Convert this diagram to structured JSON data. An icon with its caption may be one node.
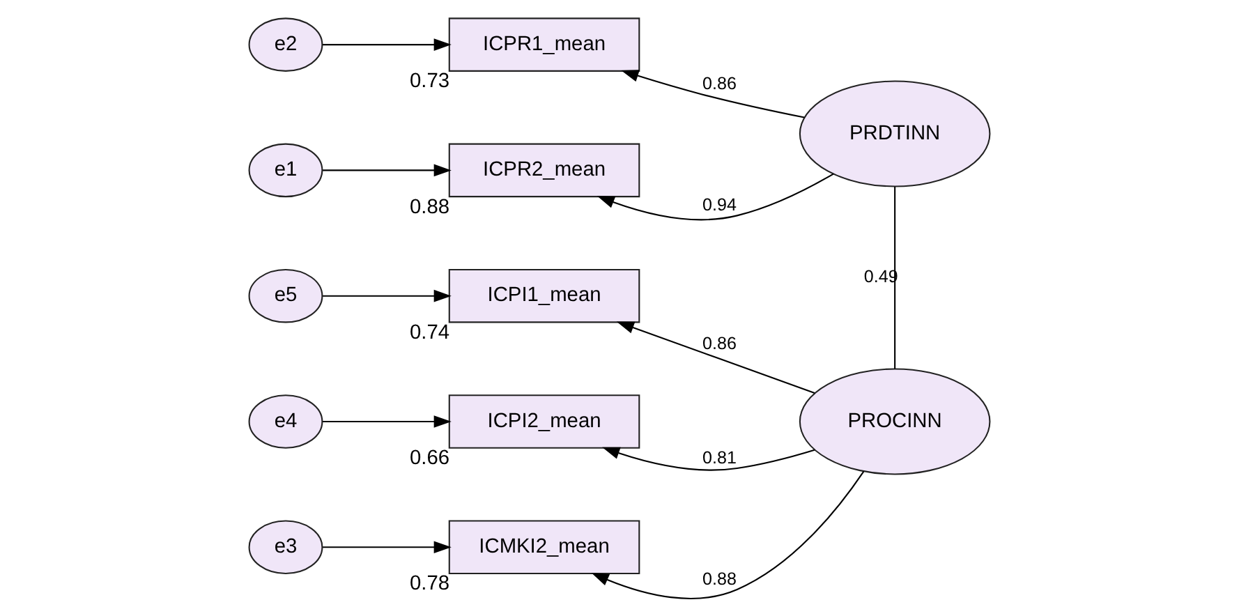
{
  "diagram": {
    "nodes": [
      {
        "text": [
          "e2"
        ]
      },
      {
        "text": [
          "ICPR1_mean"
        ],
        "beside": [
          "0.73"
        ]
      },
      {
        "text": [
          "e1"
        ]
      },
      {
        "text": [
          "ICPR2_mean"
        ],
        "beside": [
          "0.88"
        ]
      },
      {
        "text": [
          "PRDTINN"
        ]
      },
      {
        "text": [
          "e5"
        ]
      },
      {
        "text": [
          "ICPI1_mean"
        ],
        "beside": [
          "0.74"
        ]
      },
      {
        "text": [
          "e4"
        ]
      },
      {
        "text": [
          "ICPI2_mean"
        ],
        "beside": [
          "0.66"
        ]
      },
      {
        "text": [
          "PROCINN"
        ]
      },
      {
        "text": [
          "e3"
        ]
      },
      {
        "text": [
          "ICMKI2_mean"
        ],
        "beside": [
          "0.78"
        ]
      }
    ],
    "edges": [
      {
        "from": 0,
        "to": 1,
        "arrow": "to"
      },
      {
        "from": 2,
        "to": 3,
        "arrow": "to"
      },
      {
        "from": 5,
        "to": 6,
        "arrow": "to"
      },
      {
        "from": 7,
        "to": 8,
        "arrow": "to"
      },
      {
        "from": 10,
        "to": 11,
        "arrow": "to"
      },
      {
        "from": 4,
        "to": 1,
        "arrow": "to",
        "label": "0.86"
      },
      {
        "from": 4,
        "to": 3,
        "arrow": "to",
        "label": "0.94"
      },
      {
        "from": 9,
        "to": 6,
        "arrow": "to",
        "label": "0.86"
      },
      {
        "from": 9,
        "to": 8,
        "arrow": "to",
        "label": "0.81"
      },
      {
        "from": 9,
        "to": 11,
        "arrow": "to",
        "label": "0.88"
      },
      {
        "from": 4,
        "to": 9,
        "arrow": "none",
        "label": "0.49"
      }
    ]
  }
}
